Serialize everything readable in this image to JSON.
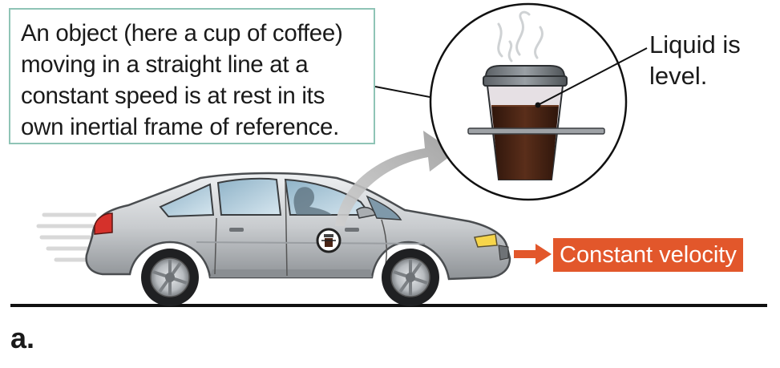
{
  "callout": {
    "lines": [
      "An object (here a cup of coffee)",
      "moving in a straight line at a",
      "constant speed is at rest in its",
      "own inertial frame of reference."
    ]
  },
  "liquid_label": {
    "lines": [
      "Liquid is",
      "level."
    ]
  },
  "velocity_label": "Constant velocity",
  "panel_label": "a.",
  "colors": {
    "callout_border": "#8fc4b6",
    "velocity_accent": "#e2572b",
    "coffee": "#4a2516",
    "car_body": "#c9cccf",
    "ground": "#111111"
  }
}
